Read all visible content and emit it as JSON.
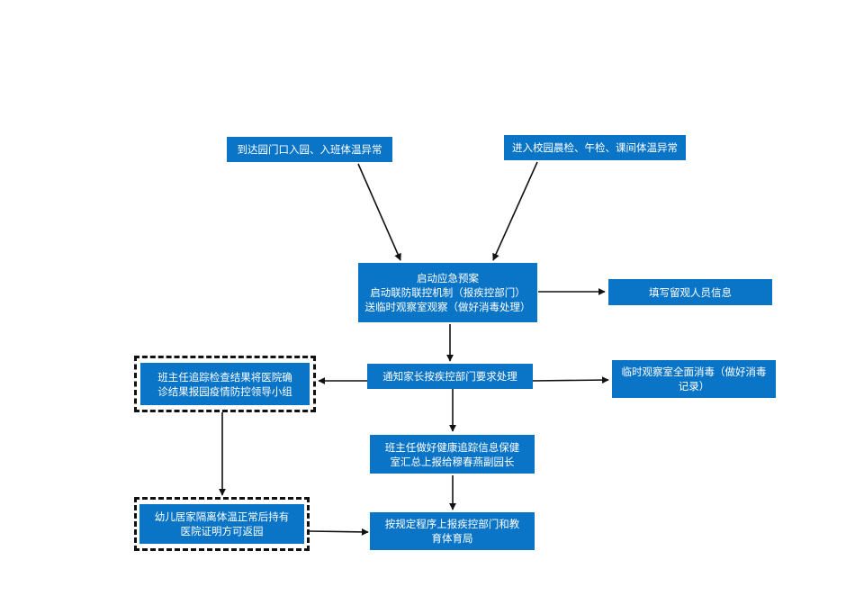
{
  "flowchart": {
    "nodes": {
      "arrive_gate": {
        "lines": [
          "到达园门口入园、入班体温异常"
        ]
      },
      "school_check": {
        "lines": [
          "进入校园晨检、午检、课间体温异常"
        ]
      },
      "emergency_plan": {
        "lines": [
          "启动应急预案",
          "启动联防联控机制（报疾控部门）",
          "送临时观察室观察（做好消毒处理）"
        ]
      },
      "fill_info": {
        "lines": [
          "填写留观人员信息"
        ]
      },
      "notify_parents": {
        "lines": [
          "通知家长按疾控部门要求处理"
        ]
      },
      "disinfect_room": {
        "lines": [
          "临时观察室全面消毒（做好消毒",
          "记录）"
        ]
      },
      "teacher_track": {
        "lines": [
          "班主任追踪检查结果将医院确",
          "诊结果报园疫情防控领导小组"
        ]
      },
      "health_info": {
        "lines": [
          "班主任做好健康追踪信息保健",
          "室汇总上报给穆春燕副园长"
        ]
      },
      "home_isolation": {
        "lines": [
          "幼儿居家隔离体温正常后持有",
          "医院证明方可返园"
        ]
      },
      "report_upward": {
        "lines": [
          "按规定程序上报疾控部门和教",
          "育体育局"
        ]
      }
    }
  }
}
